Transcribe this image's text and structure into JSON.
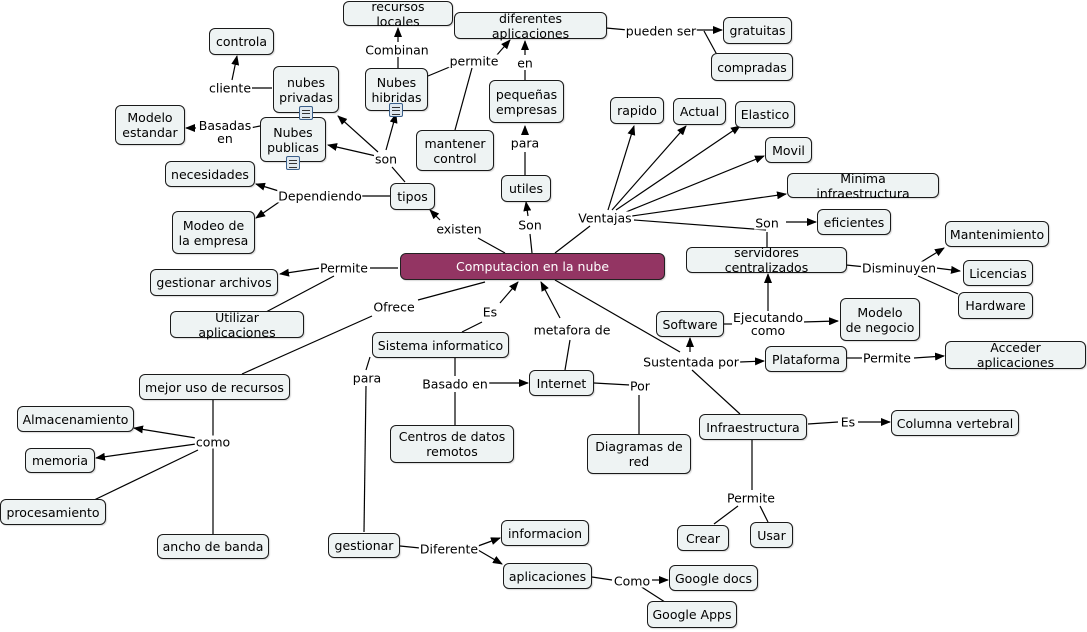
{
  "concept_map": {
    "nodes": {
      "main": "Computacion en la nube",
      "recursos_locales": "recursos locales",
      "diferentes_aplicaciones": "diferentes aplicaciones",
      "gratuitas": "gratuitas",
      "compradas": "compradas",
      "controla": "controla",
      "nubes_privadas": "nubes\nprivadas",
      "nubes_hibridas": "Nubes\nhibridas",
      "modelo_estandar": "Modelo\nestandar",
      "nubes_publicas": "Nubes\npublicas",
      "mantener_control": "mantener\ncontrol",
      "pequenas_empresas": "pequeñas\nempresas",
      "rapido": "rapido",
      "actual": "Actual",
      "elastico": "Elastico",
      "movil": "Movil",
      "necesidades": "necesidades",
      "tipos": "tipos",
      "utiles": "utiles",
      "minima_infraestructura": "Minima infraestructura",
      "modeo_empresa": "Modeo de\nla empresa",
      "eficientes": "eficientes",
      "mantenimiento": "Mantenimiento",
      "servidores": "servidores centralizados",
      "licencias": "Licencias",
      "gestionar_archivos": "gestionar archivos",
      "hardware": "Hardware",
      "utilizar_aplicaciones": "Utilizar aplicaciones",
      "modelo_negocio": "Modelo\nde negocio",
      "software": "Software",
      "sistema_informatico": "Sistema informatico",
      "plataforma": "Plataforma",
      "acceder_aplicaciones": "Acceder aplicaciones",
      "internet": "Internet",
      "mejor_uso": "mejor uso de recursos",
      "almacenamiento": "Almacenamiento",
      "infraestructura": "Infraestructura",
      "columna_vertebral": "Columna vertebral",
      "centros_datos": "Centros de datos\nremotos",
      "diagramas_red": "Diagramas de\nred",
      "memoria": "memoria",
      "procesamiento": "procesamiento",
      "crear": "Crear",
      "usar": "Usar",
      "informacion": "informacion",
      "ancho_banda": "ancho de banda",
      "gestionar": "gestionar",
      "aplicaciones": "aplicaciones",
      "google_docs": "Google docs",
      "google_apps": "Google Apps"
    },
    "links": {
      "combinan": "Combinan",
      "permite_hib": "permite",
      "pueden_ser": "pueden ser",
      "en": "en",
      "cliente": "cliente",
      "basadas_en": "Basadas\nen",
      "son_tipos": "son",
      "para": "para",
      "dependiendo": "Dependiendo",
      "ventajas": "Ventajas",
      "existen": "existen",
      "son_utiles": "Son",
      "son_serv": "Son",
      "disminuyen": "Disminuyen",
      "permite_main": "Permite",
      "ofrece": "Ofrece",
      "es": "Es",
      "metafora": "metafora de",
      "ejecutando": "Ejecutando\ncomo",
      "sustentada": "Sustentada por",
      "permite_plat": "Permite",
      "para_gest": "para",
      "basado_en": "Basado en",
      "por": "Por",
      "es_infra": "Es",
      "como": "como",
      "permite_infra": "Permite",
      "diferente": "Diferente",
      "como_apps": "Como"
    }
  }
}
